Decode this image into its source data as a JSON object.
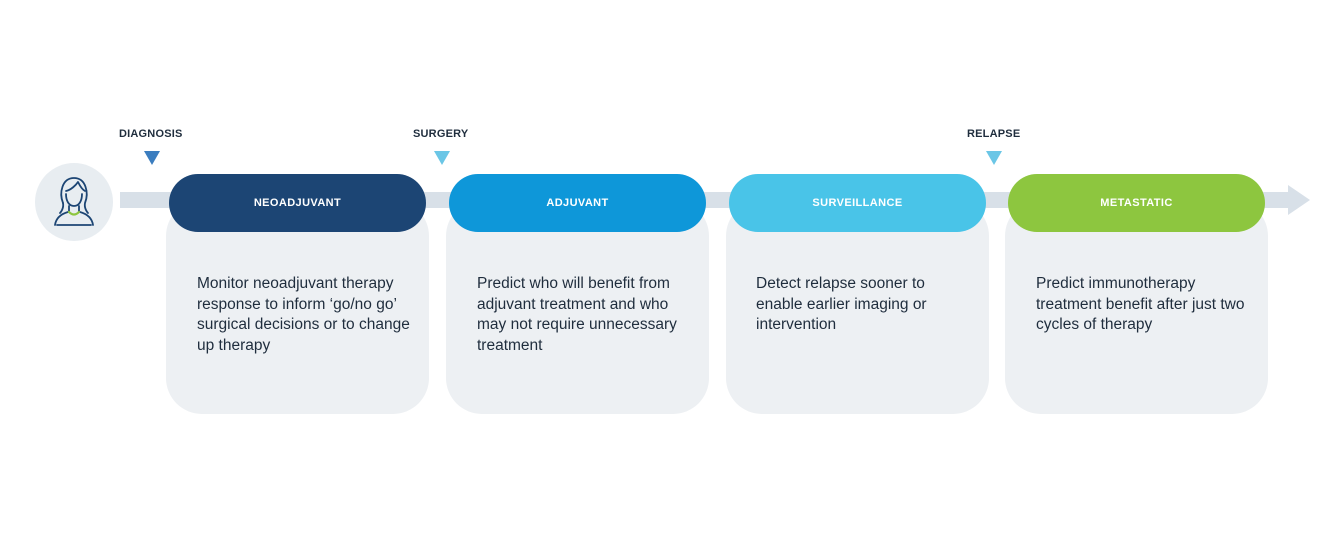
{
  "milestones": [
    {
      "label": "DIAGNOSIS",
      "color": "#3b7dbf"
    },
    {
      "label": "SURGERY",
      "color": "#6bc6e6"
    },
    {
      "label": "RELAPSE",
      "color": "#6bc6e6"
    }
  ],
  "icons": {
    "patient": "patient-avatar-icon",
    "arrow": "arrow-right-icon"
  },
  "phases": [
    {
      "title": "NEOADJUVANT",
      "color": "#1c4574",
      "description": "Monitor neoadjuvant therapy response to inform ‘go/no go’ surgical decisions or to change up therapy"
    },
    {
      "title": "ADJUVANT",
      "color": "#0e97d9",
      "description": "Predict who will benefit from adjuvant treatment and who may not require unnecessary treatment"
    },
    {
      "title": "SURVEILLANCE",
      "color": "#49c4e8",
      "description": "Detect relapse sooner to enable earlier imaging or intervention"
    },
    {
      "title": "METASTATIC",
      "color": "#8dc63f",
      "description": "Predict immunotherapy treatment benefit after just two cycles of therapy"
    }
  ]
}
